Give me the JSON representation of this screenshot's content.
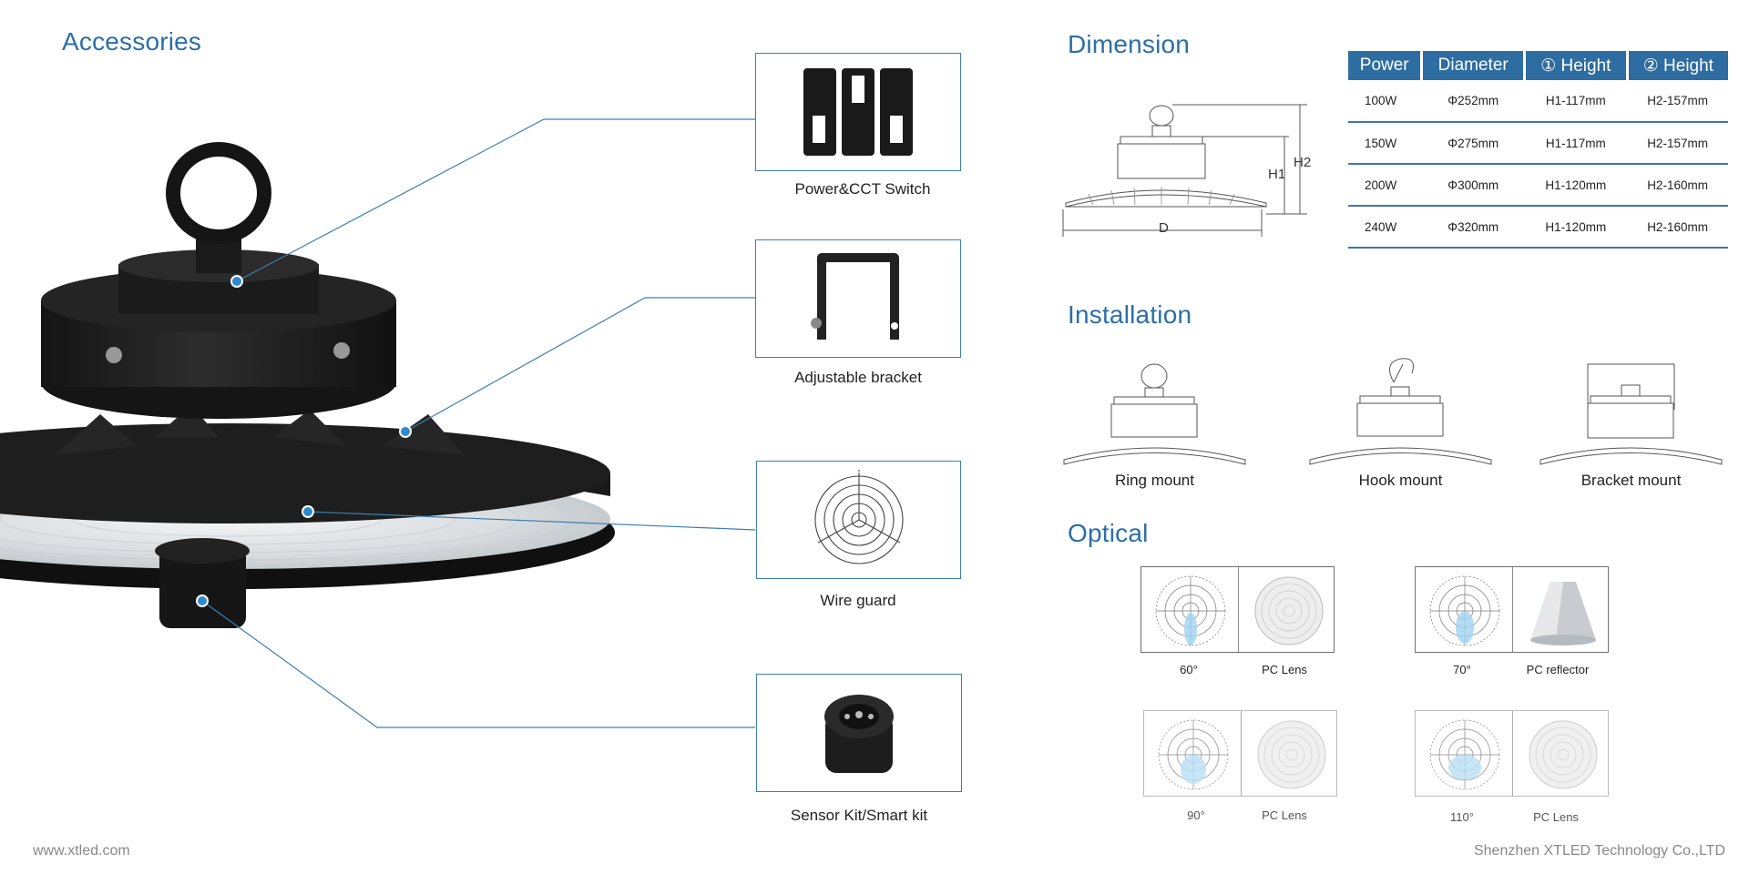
{
  "accessories": {
    "title": "Accessories",
    "items": [
      {
        "label": "Power&CCT Switch"
      },
      {
        "label": "Adjustable bracket"
      },
      {
        "label": "Wire guard"
      },
      {
        "label": "Sensor Kit/Smart kit"
      }
    ]
  },
  "dimension": {
    "title": "Dimension",
    "drawing_labels": {
      "h1": "H1",
      "h2": "H2",
      "d": "D"
    },
    "table": {
      "headers": [
        "Power",
        "Diameter",
        "① Height",
        "② Height"
      ],
      "rows": [
        [
          "100W",
          "Φ252mm",
          "H1-117mm",
          "H2-157mm"
        ],
        [
          "150W",
          "Φ275mm",
          "H1-117mm",
          "H2-157mm"
        ],
        [
          "200W",
          "Φ300mm",
          "H1-120mm",
          "H2-160mm"
        ],
        [
          "240W",
          "Φ320mm",
          "H1-120mm",
          "H2-160mm"
        ]
      ]
    }
  },
  "installation": {
    "title": "Installation",
    "items": [
      {
        "label": "Ring mount"
      },
      {
        "label": "Hook mount"
      },
      {
        "label": "Bracket mount"
      }
    ]
  },
  "optical": {
    "title": "Optical",
    "items": [
      {
        "angle": "60°",
        "type": "PC Lens"
      },
      {
        "angle": "70°",
        "type": "PC  reflector"
      },
      {
        "angle": "90°",
        "type": "PC Lens"
      },
      {
        "angle": "110°",
        "type": "PC Lens"
      }
    ]
  },
  "footer": {
    "website": "www.xtled.com",
    "company": "Shenzhen XTLED Technology Co.,LTD"
  },
  "colors": {
    "accent": "#2b6fa6",
    "table_header": "#2e6da1",
    "product": "#1c1c1c"
  }
}
